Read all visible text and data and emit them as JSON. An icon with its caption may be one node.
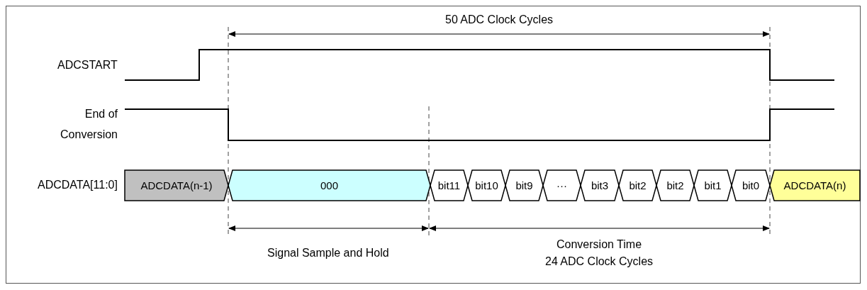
{
  "diagram": {
    "nodes": [
      {
        "text": [
          "ADCDATA(n-1)"
        ]
      },
      {
        "text": [
          "000"
        ]
      },
      {
        "text": [
          "bit11"
        ]
      },
      {
        "text": [
          "bit10"
        ]
      },
      {
        "text": [
          "bit9"
        ]
      },
      {
        "text": [
          "···"
        ]
      },
      {
        "text": [
          "bit3"
        ]
      },
      {
        "text": [
          "bit2"
        ]
      },
      {
        "text": [
          "bit2"
        ]
      },
      {
        "text": [
          "bit1"
        ]
      },
      {
        "text": [
          "bit0"
        ]
      },
      {
        "text": [
          "ADCDATA(n)"
        ]
      }
    ],
    "labels": [
      "50 ADC Clock Cycles",
      "ADCSTART",
      "End of Conversion",
      "ADCDATA[11:0]",
      "Signal Sample and Hold",
      "Conversion Time",
      "24 ADC Clock Cycles"
    ]
  }
}
